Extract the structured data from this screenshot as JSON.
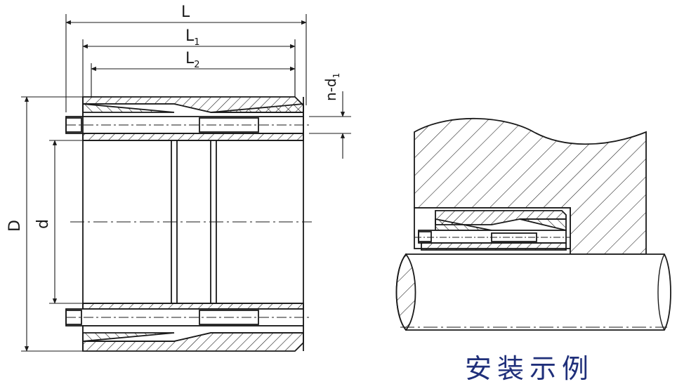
{
  "diagram": {
    "dimensions": {
      "L": "L",
      "L1_main": "L",
      "L1_sub": "1",
      "L2_main": "L",
      "L2_sub": "2",
      "n_d1_main": "n-d",
      "n_d1_sub": "1",
      "D": "D",
      "d": "d"
    },
    "caption": "安装示例"
  },
  "colors": {
    "line": "#1a1a1a",
    "caption": "#1f2f7a",
    "background": "#ffffff"
  }
}
